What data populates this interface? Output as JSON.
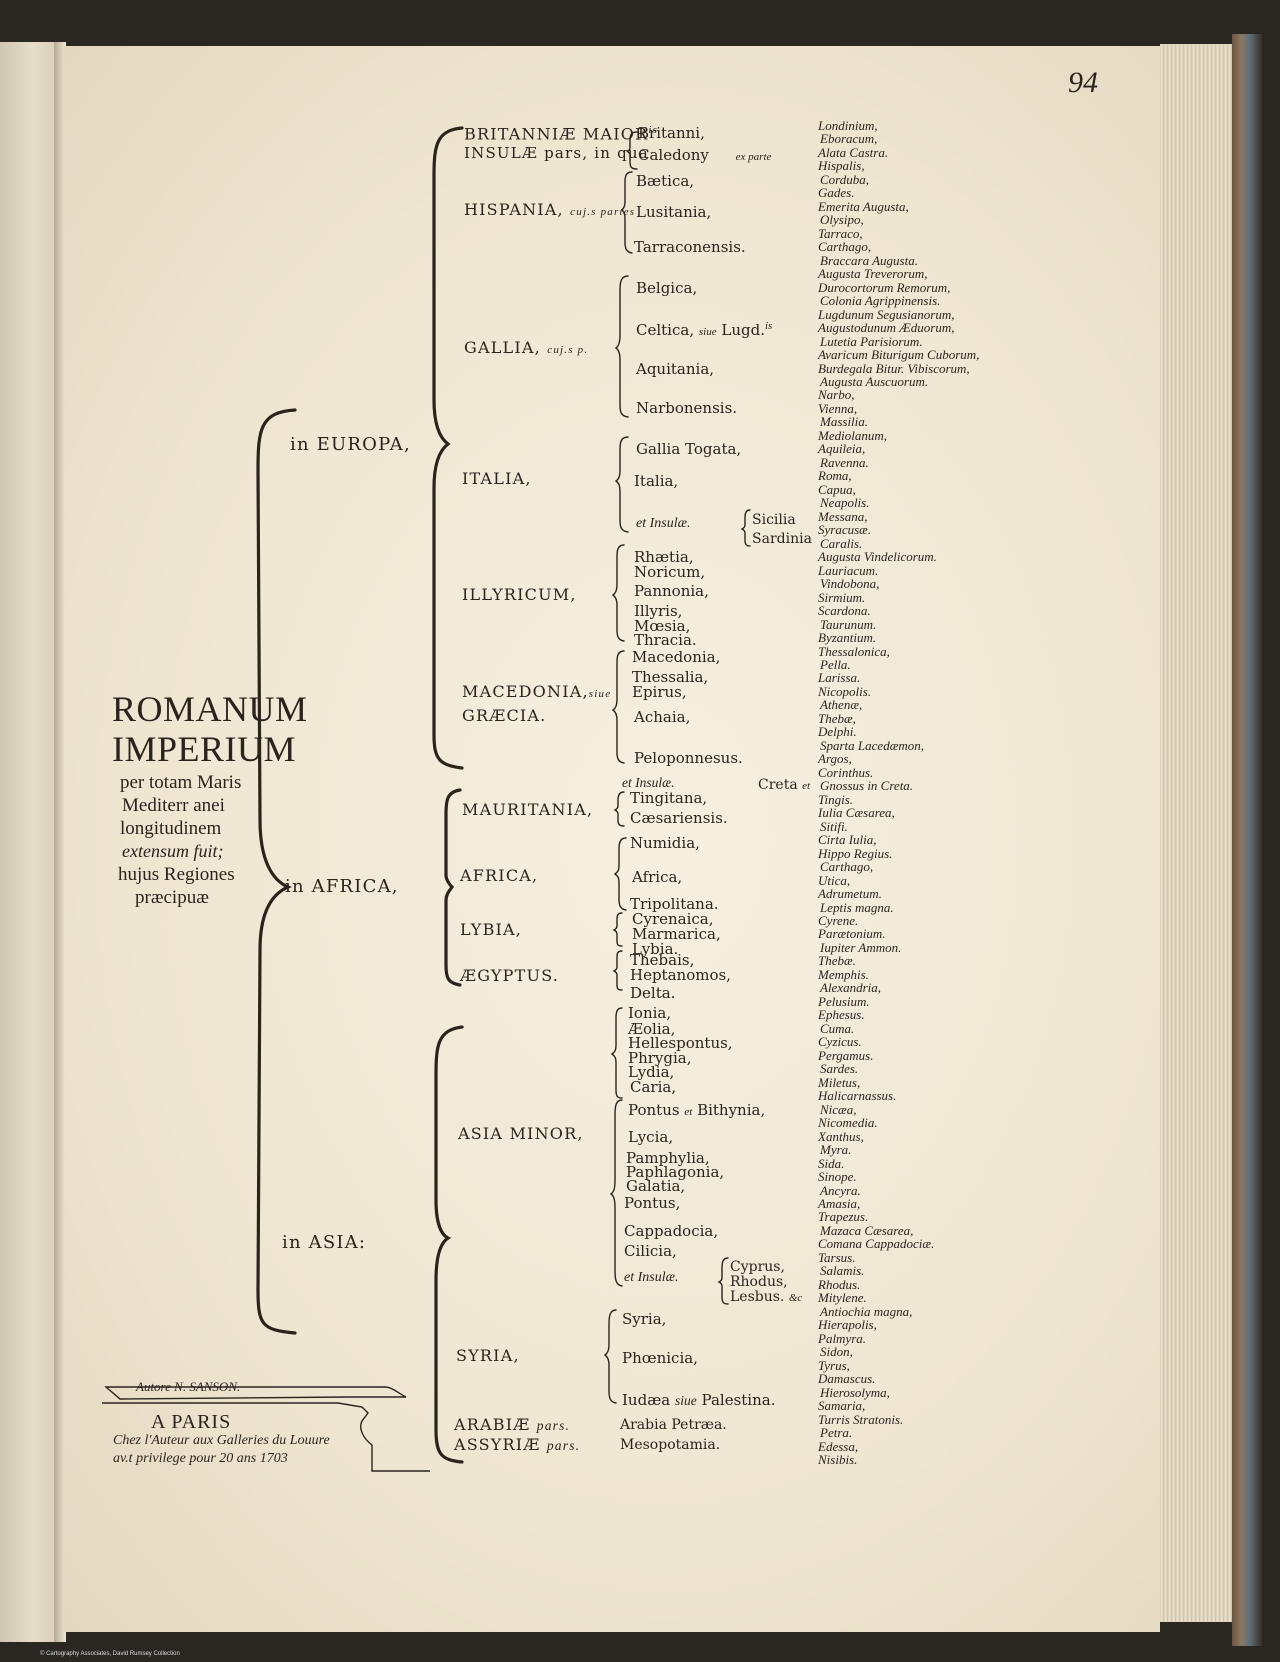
{
  "page_number": "94",
  "title": {
    "line1": "ROMANUM",
    "line2": "IMPERIUM"
  },
  "subtitle": {
    "line1": "per totam Maris",
    "line2": "Mediterr anei",
    "line3": "longitudinem",
    "line4": "extensum fuit;",
    "line5": "hujus Regiones",
    "line6": "præcipuæ"
  },
  "continents": {
    "europa": "in EUROPA,",
    "africa": "in AFRICA,",
    "asia": "in ASIA:"
  },
  "regions": {
    "britannia_1": "BRITANNIÆ MAIOR",
    "britannia_sup": "is",
    "britannia_2": "INSULÆ pars, in qua",
    "hispania": "HISPANIA,",
    "hispania_note": "cuj.s partes",
    "gallia": "GALLIA,",
    "gallia_note": "cuj.s p.",
    "italia": "ITALIA,",
    "illyricum": "ILLYRICUM,",
    "macedonia": "MACEDONIA,",
    "macedonia_note": "siue",
    "graecia": "GRÆCIA.",
    "mauritania": "MAURITANIA,",
    "africa": "AFRICA,",
    "lybia": "LYBIA,",
    "aegyptus": "ÆGYPTUS.",
    "asia_minor": "ASIA MINOR,",
    "syria": "SYRIA,",
    "arabia": "ARABIÆ",
    "assyria": "ASSYRIÆ",
    "pars": "pars."
  },
  "provinces": {
    "britanni": "Britanni,",
    "caledony": "Caledony",
    "ex_parte": "ex parte",
    "baetica": "Bætica,",
    "lusitania": "Lusitania,",
    "tarraconensis": "Tarraconensis.",
    "belgica": "Belgica,",
    "celtica": "Celtica,",
    "siue": "siue",
    "lugd": "Lugd.",
    "lugd_sup": "is",
    "aquitania": "Aquitania,",
    "narbonensis": "Narbonensis.",
    "gallia_togata": "Gallia Togata,",
    "italia": "Italia,",
    "et_insulae": "et Insulæ.",
    "sicilia": "Sicilia",
    "sardinia": "Sardinia",
    "rhaetia": "Rhætia,",
    "noricum": "Noricum,",
    "pannonia": "Pannonia,",
    "illyris": "Illyris,",
    "moesia": "Mœsia,",
    "thracia": "Thracia.",
    "macedonia": "Macedonia,",
    "thessalia": "Thessalia,",
    "epirus": "Epirus,",
    "achaia": "Achaia,",
    "peloponnesus": "Peloponnesus.",
    "et_insulae_gr": "et Insulæ.",
    "creta": "Creta",
    "tingitana": "Tingitana,",
    "caesariensis": "Cæsariensis.",
    "numidia": "Numidia,",
    "africa": "Africa,",
    "tripolitana": "Tripolitana.",
    "cyrenaica": "Cyrenaica,",
    "marmarica": "Marmarica,",
    "lybia": "Lybia.",
    "thebais": "Thebais,",
    "heptanomos": "Heptanomos,",
    "delta": "Delta.",
    "ionia": "Ionia,",
    "aeolia": "Æolia,",
    "hellespontus": "Hellespontus,",
    "phrygia": "Phrygia,",
    "lydia": "Lydia,",
    "caria": "Caria,",
    "pontus_bithynia": "Pontus",
    "et": "et",
    "bithynia": "Bithynia,",
    "lycia": "Lycia,",
    "pamphylia": "Pamphylia,",
    "paphlagonia": "Paphlagonia,",
    "galatia": "Galatia,",
    "pontus": "Pontus,",
    "cappadocia": "Cappadocia,",
    "cilicia": "Cilicia,",
    "et_insulae_as": "et Insulæ.",
    "cyprus": "Cyprus,",
    "rhodus": "Rhodus,",
    "lesbus": "Lesbus.",
    "syria": "Syria,",
    "phoenicia": "Phœnicia,",
    "iudaea": "Iudæa",
    "iudaea_siue": "siue",
    "palestina": "Palestina.",
    "arabia_petraea": "Arabia Petræa.",
    "mesopotamia": "Mesopotamia."
  },
  "cities": [
    "Londinium,",
    "Eboracum,",
    "Alata Castra.",
    "Hispalis,",
    "Corduba,",
    "Gades.",
    "Emerita Augusta,",
    "Olysipo,",
    "Tarraco,",
    "Carthago,",
    "Braccara Augusta.",
    "Augusta Treverorum,",
    "Durocortorum Remorum,",
    "Colonia Agrippinensis.",
    "Lugdunum Segusianorum,",
    "Augustodunum Æduorum,",
    "Lutetia Parisiorum.",
    "Avaricum Biturigum Cuborum,",
    "Burdegala Bitur. Vibiscorum,",
    "Augusta Auscuorum.",
    "Narbo,",
    "Vienna,",
    "Massilia.",
    "Mediolanum,",
    "Aquileia,",
    "Ravenna.",
    "Roma,",
    "Capua,",
    "Neapolis.",
    "Messana,",
    "Syracusæ.",
    "Caralis.",
    "Augusta Vindelicorum.",
    "Lauriacum.",
    "Vindobona,",
    "Sirmium.",
    "Scardona.",
    "Taurunum.",
    "Byzantium.",
    "Thessalonica,",
    "Pella.",
    "Larissa.",
    "Nicopolis.",
    "Athenæ,",
    "Thebæ,",
    "Delphi.",
    "Sparta Lacedæmon,",
    "Argos,",
    "Corinthus.",
    "Gnossus in Creta.",
    "Tingis.",
    "Iulia Cæsarea,",
    "Sitifi.",
    "Cirta Iulia,",
    "Hippo Regius.",
    "Carthago,",
    "Utica,",
    "Adrumetum.",
    "Leptis magna.",
    "Cyrene.",
    "Parætonium.",
    "Iupiter Ammon.",
    "Thebæ.",
    "Memphis.",
    "Alexandria,",
    "Pelusium.",
    "Ephesus.",
    "Cuma.",
    "Cyzicus.",
    "Pergamus.",
    "Sardes.",
    "Miletus,",
    "Halicarnassus.",
    "Nicæa,",
    "Nicomedia.",
    "Xanthus,",
    "Myra.",
    "Sida.",
    "Sinope.",
    "Ancyra.",
    "Amasia,",
    "Trapezus.",
    "Mazaca Cæsarea,",
    "Comana Cappadociæ.",
    "Tarsus.",
    "Salamis.",
    "Rhodus.",
    "Mitylene.",
    "Antiochia magna,",
    "Hierapolis,",
    "Palmyra.",
    "Sidon,",
    "Tyrus,",
    "Damascus.",
    "Hierosolyma,",
    "Samaria,",
    "Turris Stratonis.",
    "Petra.",
    "Edessa,",
    "Nisibis."
  ],
  "etc": "&c",
  "cartouche": {
    "author": "Autore N. SANSON.",
    "city": "A PARIS",
    "line1": "Chez l'Auteur aux Galleries du Louure",
    "line2": "av.t privilege pour 20 ans 1703"
  },
  "credit": "© Cartography Associates, David Rumsey Collection"
}
